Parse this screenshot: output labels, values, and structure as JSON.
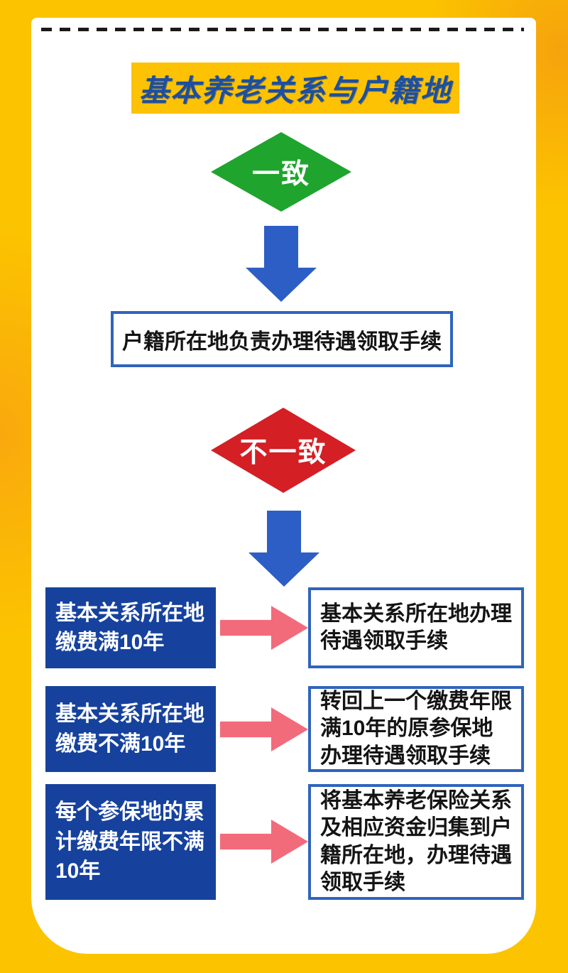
{
  "poster": {
    "title": "基本养老关系与户籍地",
    "match_label": "一致",
    "match_result": "户籍所在地负责办理待遇领取手续",
    "mismatch_label": "不一致",
    "cases": [
      {
        "condition": "基本关系所在地\n缴费满10年",
        "action": "基本关系所在地办理\n待遇领取手续"
      },
      {
        "condition": "基本关系所在地\n缴费不满10年",
        "action": "转回上一个缴费年限\n满10年的原参保地\n办理待遇领取手续"
      },
      {
        "condition": "每个参保地的累\n计缴费年限不满\n10年",
        "action": "将基本养老保险关系\n及相应资金归集到户\n籍所在地，办理待遇\n领取手续"
      }
    ],
    "colors": {
      "background_yellow": "#FCC400",
      "accent_orange": "#F6A30C",
      "title_banner_yellow": "#FCC203",
      "title_text_blue": "#1C4FA3",
      "match_green": "#1FA42E",
      "mismatch_red": "#D41F25",
      "arrow_blue": "#2C5EC5",
      "condition_box_blue": "#16429E",
      "action_border_blue": "#2F64BE",
      "arrow_pink": "#F26B7B",
      "dash_black": "#1A1A1A"
    }
  }
}
